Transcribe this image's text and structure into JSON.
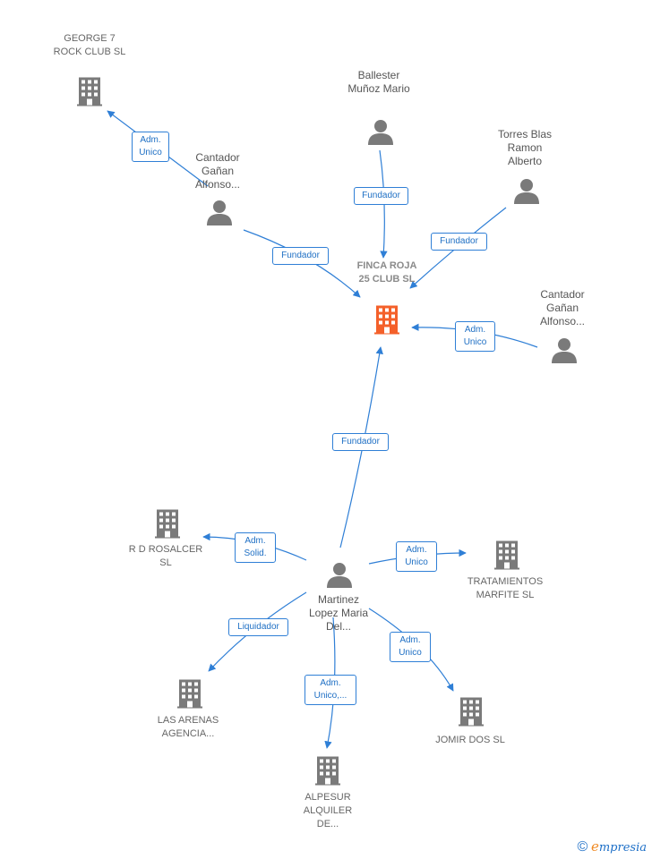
{
  "colors": {
    "accent": "#2f7fd6",
    "node": "#7a7a7a",
    "focus": "#f4602a"
  },
  "nodes": {
    "george": "GEORGE 7 ROCK CLUB SL",
    "ballester": "Ballester Muñoz Mario",
    "torres": "Torres Blas Ramon Alberto",
    "cantador1": "Cantador Gañan Alfonso...",
    "finca": "FINCA ROJA 25 CLUB SL",
    "cantador2": "Cantador Gañan Alfonso...",
    "rd": "R D ROSALCER SL",
    "martinez": "Martinez Lopez Maria Del...",
    "tratamientos": "TRATAMIENTOS MARFITE SL",
    "arenas": "LAS ARENAS AGENCIA...",
    "jomir": "JOMIR DOS SL",
    "alpesur": "ALPESUR ALQUILER DE..."
  },
  "edges": {
    "adm_unico_george": "Adm. Unico",
    "fundador_ballester": "Fundador",
    "fundador_torres": "Fundador",
    "fundador_cantador": "Fundador",
    "adm_unico_finca": "Adm. Unico",
    "fundador_martinez": "Fundador",
    "adm_solid_rd": "Adm. Solid.",
    "adm_unico_trat": "Adm. Unico",
    "liquidador": "Liquidador",
    "adm_unico_jomir": "Adm. Unico",
    "adm_unico_alpesur": "Adm. Unico,..."
  },
  "brand": {
    "copyright": "©",
    "e": "e",
    "rest": "mpresia"
  }
}
